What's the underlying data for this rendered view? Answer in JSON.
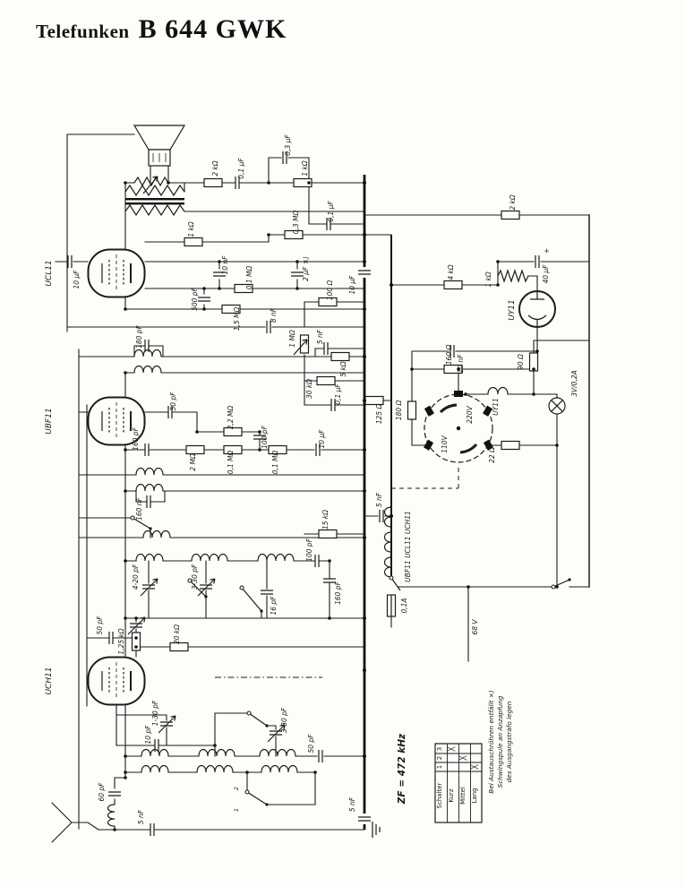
{
  "header": {
    "brand": "Telefunken",
    "model": "B 644 GWK"
  },
  "tubes": {
    "ucl11": "UCL11",
    "ubf11": "UBF11",
    "uch11": "UCH11",
    "uy11": "UY11"
  },
  "labels": {
    "out": {
      "c10uf_in": "10 µF",
      "r2k": "2 kΩ",
      "c01uf_a": "0,1 µF",
      "c03uf": "0,3 µF",
      "r1k_a": "1 kΩ",
      "c01uf_b": "0,1 µF",
      "r1k_b": "1 kΩ",
      "c10nf": "10 nF",
      "c500pf": "500 pF",
      "r01m": "0,1 MΩ",
      "r15m": "1,5 MΩ",
      "r03m": "0,3 MΩ",
      "c2uf": "2 µF ×)",
      "c10uf": "10 µF",
      "c8nf": "8 nF",
      "r100": "100 Ω",
      "pot1m": "1 MΩ",
      "c5nf": "5 nF",
      "r5k": "5 kΩ",
      "r30k": "30 kΩ",
      "c01uf_c": "0,1 µF",
      "r125": "125 Ω"
    },
    "if_": {
      "c180pf": "180 pF",
      "c50pf": "50 pF",
      "c160pf": "160 pF",
      "r2m": "2 MΩ",
      "r22m": "2,2 MΩ",
      "r01m_a": "0,1 MΩ",
      "c100pf": "100 pF",
      "r01m_b": "0,1 MΩ",
      "c10uf": "10 µF",
      "c160nf": "160 nF",
      "r15k": "15 kΩ"
    },
    "osc": {
      "t420": "4-20 pF",
      "t330a": "3-30 pF",
      "c16pf": "16 pF",
      "c100pf": "100 pF",
      "c160pf": "160 pF",
      "c50pf_g": "50 pF",
      "r125k": "1,25 kΩ",
      "r20k": "20 kΩ",
      "t130": "1-30 pF",
      "c10pf": "10 pF",
      "t330b": "3-30 pF",
      "c50pf_o": "50 pF",
      "c60pf": "60 pF",
      "c5nf_a": "5 nF",
      "c5nf_g": "5 nF",
      "pos2": "2",
      "pos1": "1"
    },
    "psu": {
      "r2k": "2 kΩ",
      "c40uf": "40 µF",
      "plus": "+",
      "r1k": "1 kΩ",
      "r4k": "4 kΩ",
      "c10nf": "10 nF",
      "r160": "160 Ω",
      "r180": "180 Ω",
      "v110": "110V",
      "v220": "220V",
      "r90": "90 Ω",
      "lamp": "3V/0,2A",
      "uy_fil": "UY11",
      "r22": "22 Ω",
      "chain": "UBF11 UCL11 UCH11",
      "c5nf": "5 nF",
      "fuse": "0,1A",
      "v68": "68 V"
    }
  },
  "zf_label": "ZF = 472 kHz",
  "note": {
    "line1": "Bei Austauschröhren entfällt ×)",
    "line2": "Schwingspule an Anzapfung",
    "line3": "des Ausgangstrafo legen"
  },
  "band_table": {
    "header": [
      "Schalter",
      "1",
      "2",
      "3"
    ],
    "rows": [
      {
        "label": "Kurz",
        "marks": [
          "",
          "",
          "╳"
        ]
      },
      {
        "label": "Mittel",
        "marks": [
          "",
          "╳",
          ""
        ]
      },
      {
        "label": "Lang",
        "marks": [
          "╳",
          "",
          ""
        ]
      }
    ]
  }
}
